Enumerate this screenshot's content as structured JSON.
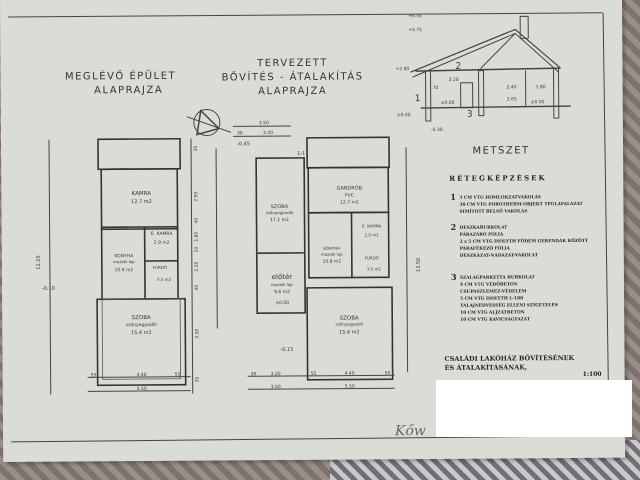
{
  "existing_plan": {
    "title_1": "MEGLÉVŐ ÉPÜLET",
    "title_2": "ALAPRAJZA",
    "rooms": [
      {
        "name": "KAMRA",
        "area": "12.7 m2"
      },
      {
        "name": "É. KAMRA",
        "area": "2.9 m2"
      },
      {
        "name": "KONYHA",
        "floor": "mozaik lap",
        "area": "10.8 m2"
      },
      {
        "name": "FÜRDŐ",
        "area": "3.5 m2"
      },
      {
        "name": "SZOBA",
        "floor": "szőnyegpadló",
        "area": "15.4 m2"
      }
    ],
    "level": "-0.10",
    "dims_bottom": [
      "55",
      "4.40",
      "55",
      "5.50"
    ],
    "dims_side": [
      "35",
      "2.90",
      "40",
      "1.80",
      "10",
      "2.10",
      "40",
      "3.50",
      "35"
    ],
    "total_height": "12.10"
  },
  "planned_plan": {
    "title_1": "TERVEZETT",
    "title_2": "BŐVÍTÉS - ÁTALAKÍTÁS",
    "title_3": "ALAPRAJZA",
    "rooms": [
      {
        "name": "SZOBA",
        "floor": "szőnyegpadló",
        "area": "17.1 m2"
      },
      {
        "name": "GARDRÓB",
        "floor": "PVC",
        "area": "12.7 m2"
      },
      {
        "name": "É. KAMRA",
        "area": "2.9 m2"
      },
      {
        "name": "KONYHA",
        "floor": "mozaik lap",
        "area": "10.8 m2"
      },
      {
        "name": "FÜRDŐ",
        "area": "3.5 m2"
      },
      {
        "name": "előtér",
        "floor": "mozaik lap",
        "area": "9.6 m2"
      },
      {
        "name": "SZOBA",
        "floor": "szőnyegpadló",
        "area": "15.4 m2"
      }
    ],
    "level_entry": "±0.00",
    "level_outside": "-0.15",
    "level_top": "-0.45",
    "dims_top": [
      "3.50",
      "30",
      "3.20"
    ],
    "dims_bottom": [
      "30",
      "3.20",
      "55",
      "4.40",
      "55",
      "3.50",
      "5.50"
    ],
    "total_height": "13.50",
    "section_mark": "1-1"
  },
  "section": {
    "title": "METSZET",
    "levels": [
      "+6.55",
      "+5.75",
      "+2.80",
      "±0.00",
      "±0.00",
      "±0.00",
      "-0.30"
    ],
    "dims": [
      "70",
      "3.20",
      "2.40",
      "1.80",
      "2.65"
    ],
    "markers": [
      "1",
      "2",
      "3"
    ]
  },
  "layers": {
    "title": "RÉTEGKÉPZÉSEK",
    "items": [
      {
        "num": "1",
        "lines": [
          "3 CM VTG  HOMLOKZATVAKOLÁS",
          "30 CM VTG  POROTHERM-OBJEKT TÉGLAFALAZAT",
          "SIMÍTOTT BELSŐ VAKOLÁS"
        ]
      },
      {
        "num": "2",
        "lines": [
          "DESZKABURKOLAT",
          "PÁRAZÁRÓ FÓLIA",
          "2 x 5 CM VTG ISOLYTH FÖDÉM GERENDÁK KÖZÖTT",
          "PÁRAFÉKEZŐ FÓLIA",
          "DESZKÁZAT-NÁDAZAT-VAKOLAT"
        ]
      },
      {
        "num": "3",
        "lines": [
          "SZALAGPARKETTA BURKOLAT",
          "4 CM VTG VÉDŐBETON",
          "CSUPASZLEMEZ-VÉDELEM",
          "5 CM VTG ISOLYTH L-180",
          "TALAJNEDVESSÉG ELLENI SZIGETELÉS",
          "10 CM VTG ALJZATBETON",
          "10 CM VTG KAVICSÁGYAZAT"
        ]
      }
    ]
  },
  "title_block": {
    "line_1": "CSALÁDI LAKÓHÁZ BŐVÍTÉSÉNEK",
    "line_2": "ÉS ÁTALAKÍTÁSÁNAK,",
    "scale": "1:100"
  },
  "signature": "Kőw"
}
